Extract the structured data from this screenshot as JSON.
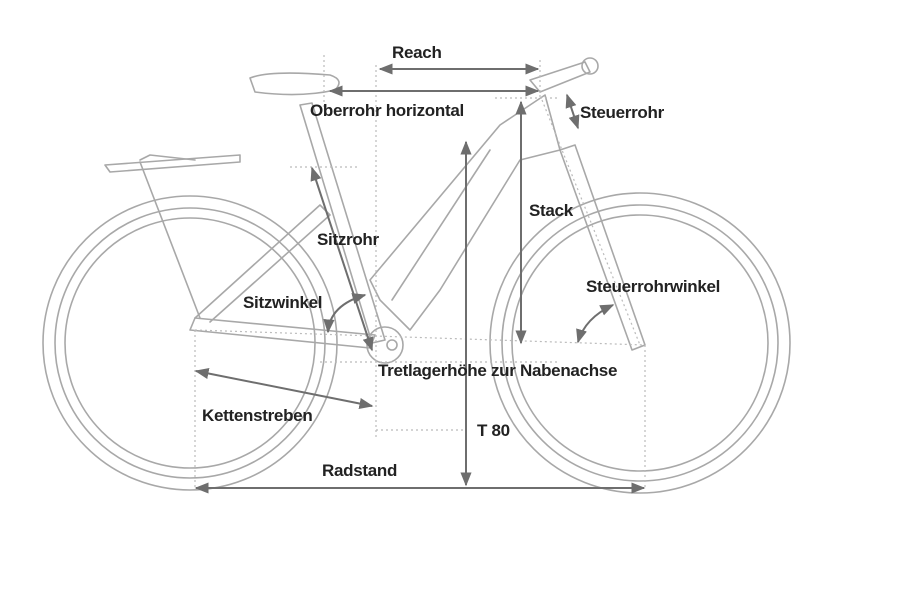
{
  "labels": {
    "reach": "Reach",
    "top_tube_horizontal": "Oberrohr horizontal",
    "head_tube": "Steuerrohr",
    "stack": "Stack",
    "seat_tube": "Sitzrohr",
    "head_tube_angle": "Steuerrohrwinkel",
    "seat_angle": "Sitzwinkel",
    "bb_height": "Tretlagerhöhe zur Nabenachse",
    "chainstays": "Kettenstreben",
    "standover": "T 80",
    "wheelbase": "Radstand"
  },
  "colors": {
    "frame": "#a8a8a8",
    "arrows": "#6e6e6e",
    "text": "#222222"
  }
}
